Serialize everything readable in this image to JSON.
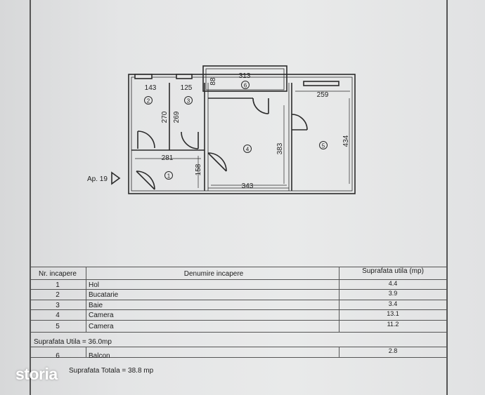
{
  "plan": {
    "entrance_label": "Ap. 19",
    "dimensions": [
      "143",
      "125",
      "313",
      "88",
      "259",
      "270",
      "269",
      "281",
      "158",
      "383",
      "343",
      "434"
    ],
    "room_markers": [
      "1",
      "2",
      "3",
      "4",
      "5",
      "6"
    ]
  },
  "table": {
    "headers": {
      "nr": "Nr. incapere",
      "name": "Denumire incapere",
      "area": "Suprafata utila (mp)"
    },
    "rooms": [
      {
        "nr": "1",
        "name": "Hol",
        "area": "4.4"
      },
      {
        "nr": "2",
        "name": "Bucatarie",
        "area": "3.9"
      },
      {
        "nr": "3",
        "name": "Baie",
        "area": "3.4"
      },
      {
        "nr": "4",
        "name": "Camera",
        "area": "13.1"
      },
      {
        "nr": "5",
        "name": "Camera",
        "area": "11.2"
      }
    ],
    "suprafata_utila": "Suprafata Utila = 36.0mp",
    "balcony": {
      "nr": "6",
      "name": "Balcon",
      "area": "2.8"
    },
    "suprafata_totala": "Suprafata Totala = 38.8 mp"
  },
  "watermark": "storia"
}
